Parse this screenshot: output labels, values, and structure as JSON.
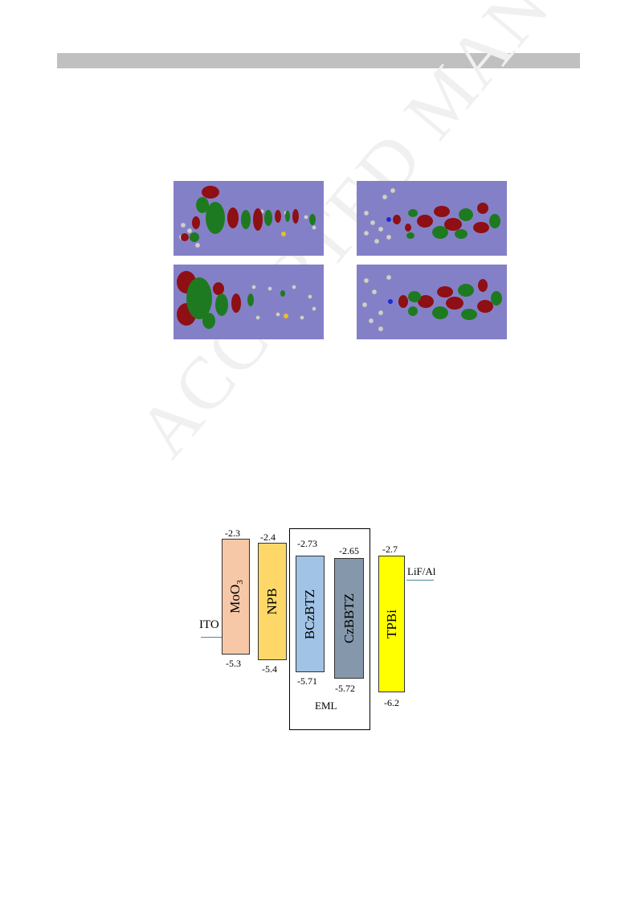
{
  "watermark": "ACCEPTED MANUSCRIPT",
  "orbitals": {
    "panels": [
      "top-left",
      "top-right",
      "bottom-left",
      "bottom-right"
    ]
  },
  "energy_diagram": {
    "ito": {
      "label": "ITO"
    },
    "cathode": {
      "label": "LiF/Al"
    },
    "eml_label": "EML",
    "layers": [
      {
        "name": "MoO",
        "sub": "3",
        "lumo": "-2.3",
        "homo": "-5.3",
        "color": "#f7c8a8"
      },
      {
        "name": "NPB",
        "lumo": "-2.4",
        "homo": "-5.4",
        "color": "#fdd868"
      },
      {
        "name": "BCzBTZ",
        "lumo": "-2.73",
        "homo": "-5.71",
        "color": "#a1c3e6"
      },
      {
        "name": "CzBBTZ",
        "lumo": "-2.65",
        "homo": "-5.72",
        "color": "#8597ab"
      },
      {
        "name": "TPBi",
        "lumo": "-2.7",
        "homo": "-6.2",
        "color": "#ffff00"
      }
    ]
  }
}
